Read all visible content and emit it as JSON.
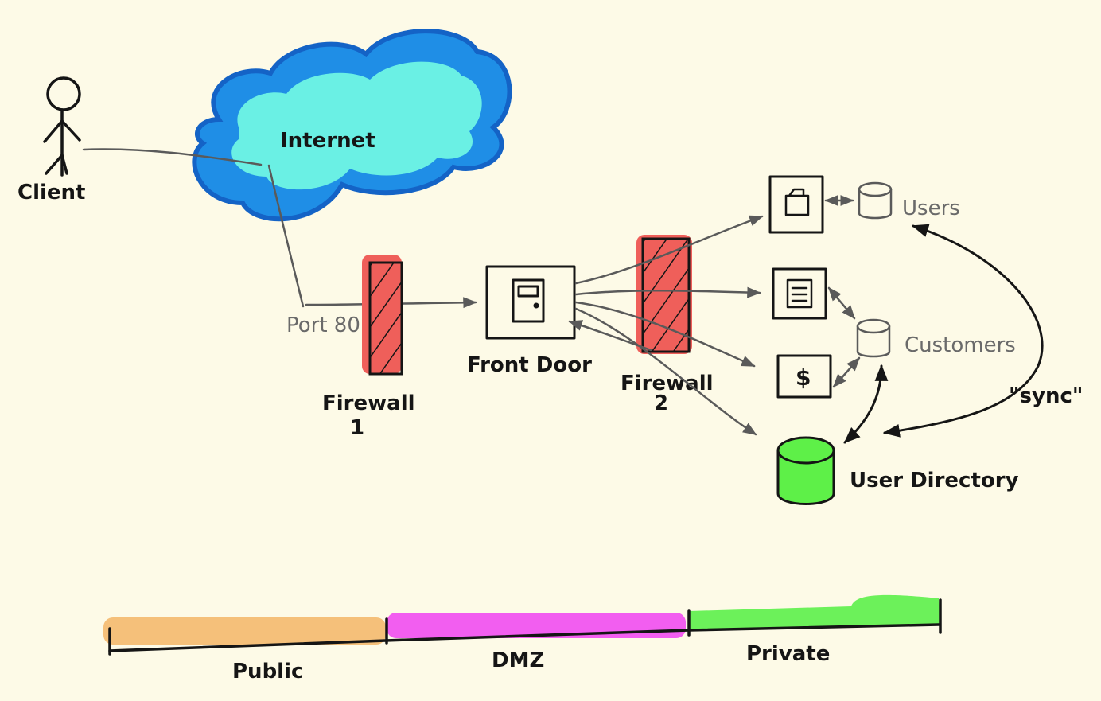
{
  "labels": {
    "client": "Client",
    "internet": "Internet",
    "port": "Port 80",
    "firewall1": "Firewall",
    "firewall1_num": "1",
    "front_door": "Front Door",
    "firewall2": "Firewall",
    "firewall2_num": "2",
    "users": "Users",
    "customers": "Customers",
    "user_directory": "User Directory",
    "sync": "\"sync\""
  },
  "zones": [
    {
      "label": "Public",
      "color": "#f5c07a"
    },
    {
      "label": "DMZ",
      "color": "#f25ef0"
    },
    {
      "label": "Private",
      "color": "#6cf15a"
    }
  ],
  "colors": {
    "background": "#fdfae7",
    "cloud_outer": "#1f8ee6",
    "cloud_inner": "#6ff6e4",
    "firewall": "#ef5f5a",
    "user_directory": "#5ef048",
    "ink": "#151515",
    "grey_ink": "#5a5a5a"
  },
  "icons": {
    "client": "stick-figure-icon",
    "front_door": "door-icon",
    "service_users": "folder-icon",
    "service_customers": "document-icon",
    "service_billing": "dollar-icon"
  }
}
